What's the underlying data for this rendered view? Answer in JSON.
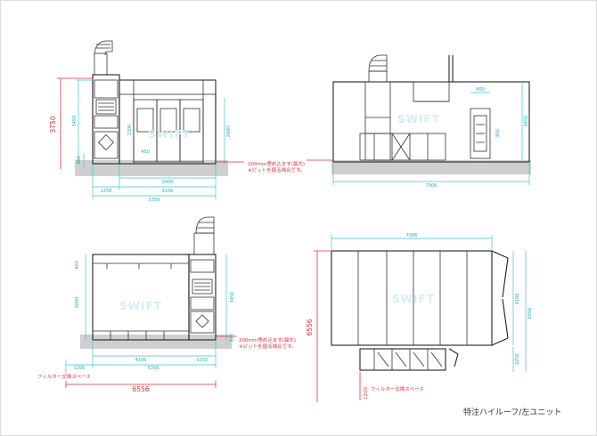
{
  "caption": "特注ハイルーフ/左ユニット",
  "watermark": "SWIFT",
  "front_view": {
    "dim_total_height": "3750",
    "dim_body_height": "3450",
    "dim_pit": "300",
    "dim_door_height": "2600",
    "dim_inner_door": "2300",
    "dim_door_width": "450",
    "dim_opening": "3000",
    "dim_unit": "1250",
    "dim_booth": "4106",
    "dim_total_width": "5356",
    "note_line1": "200mm埋め込ます(最大)",
    "note_line2": "※ピットを掘る場合です。"
  },
  "side_view": {
    "dim_length": "7006",
    "dim_door_w": "800",
    "dim_door_h": "300",
    "dim_height": "3450"
  },
  "rear_view": {
    "dim_filter_top": "450",
    "dim_inner": "3000",
    "dim_height": "3450",
    "dim_pit": "300",
    "dim_unit": "1250",
    "dim_booth": "4106",
    "dim_unit_right": "1250",
    "dim_total": "5356",
    "dim_filter_space": "1200",
    "dim_overall": "6556",
    "filter_label": "フィルター交換スペース",
    "note_line1": "200mm埋め込ます(最大)",
    "note_line2": "※ピットを掘る場合です。"
  },
  "plan_view": {
    "dim_length": "7006",
    "dim_overall": "6556",
    "dim_width": "4106",
    "dim_total": "5356",
    "dim_unit": "1250",
    "dim_filter": "1200",
    "filter_label": "フィルター交換スペース"
  }
}
